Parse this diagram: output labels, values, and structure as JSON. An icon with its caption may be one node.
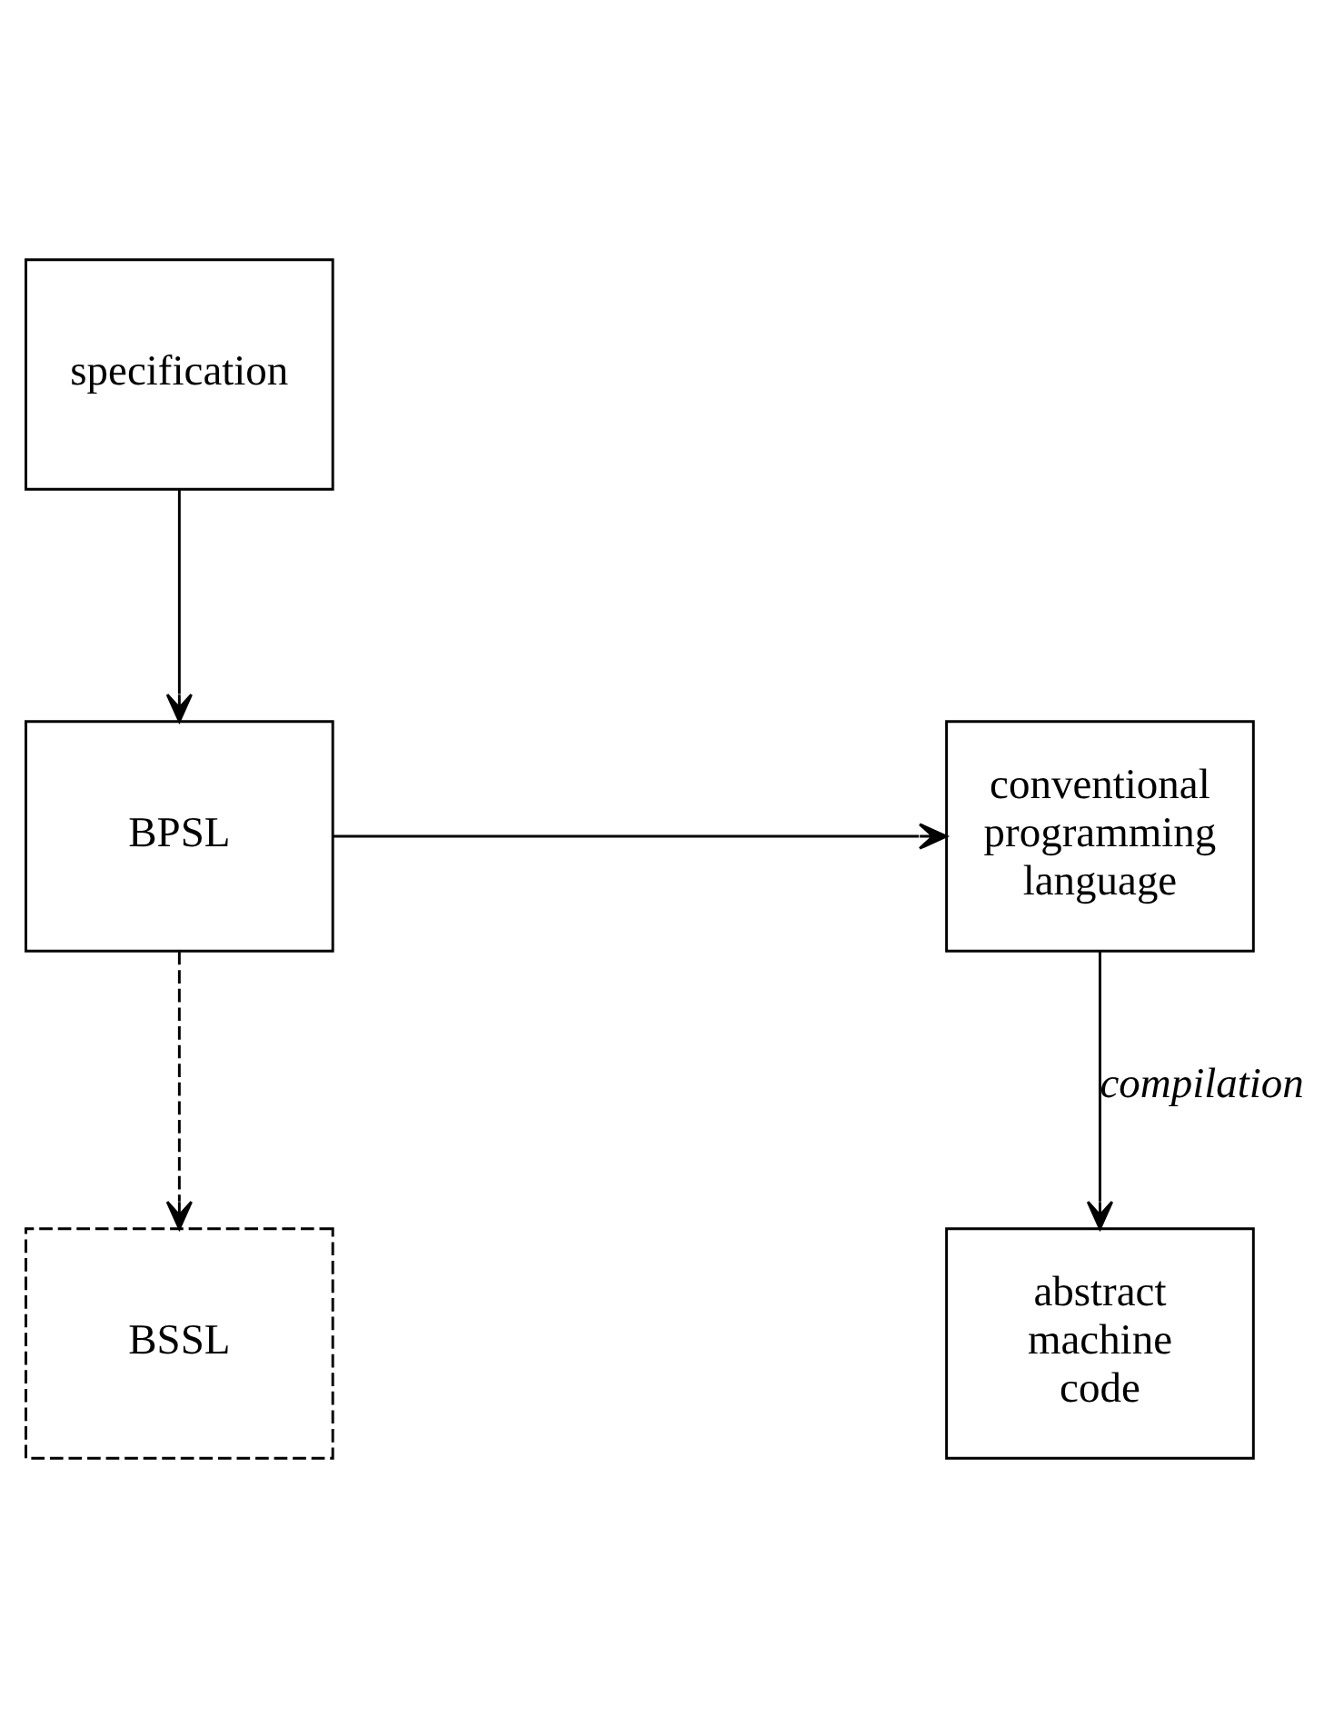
{
  "diagram": {
    "nodes": [
      {
        "text": [
          "specification"
        ]
      },
      {
        "text": [
          "BPSL"
        ]
      },
      {
        "text": [
          "conventional programming language"
        ]
      },
      {
        "text": [
          "BSSL"
        ]
      },
      {
        "text": [
          "abstract machine code"
        ]
      }
    ],
    "edges": [
      {
        "from": 0,
        "to": 1,
        "arrow": "to"
      },
      {
        "from": 1,
        "to": 2,
        "arrow": "to"
      },
      {
        "from": 1,
        "to": 3,
        "arrow": "to",
        "style": "dashed"
      },
      {
        "from": 2,
        "to": 4,
        "arrow": "to",
        "label": "compilation"
      }
    ]
  }
}
